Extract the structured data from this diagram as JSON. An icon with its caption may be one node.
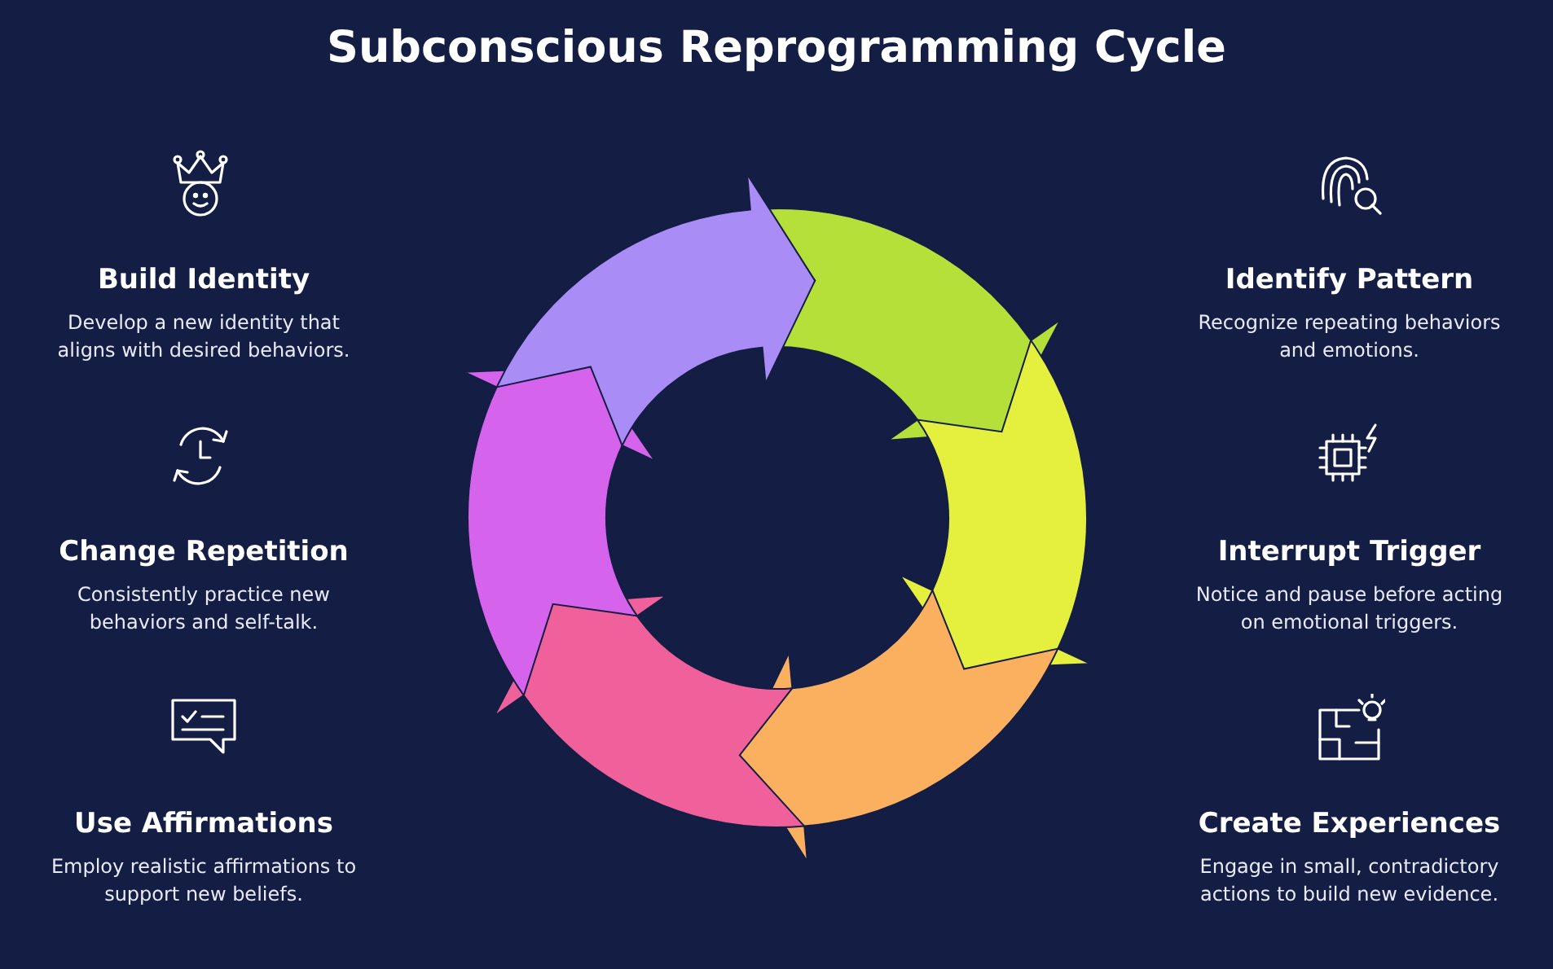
{
  "diagram": {
    "title": "Subconscious Reprogramming Cycle",
    "nodes": [
      {
        "text": [
          "Build Identity",
          "Develop a new identity that aligns with desired behaviors."
        ]
      },
      {
        "text": [
          "Identify Pattern",
          "Recognize repeating behaviors and emotions."
        ]
      },
      {
        "text": [
          "Change Repetition",
          "Consistently practice new behaviors and self-talk."
        ]
      },
      {
        "text": [
          "Interrupt Trigger",
          "Notice and pause before acting on emotional triggers."
        ]
      },
      {
        "text": [
          "Use Affirmations",
          "Employ realistic affirmations to support new beliefs."
        ]
      },
      {
        "text": [
          "Create Experiences",
          "Engage in small, contradictory actions to build new evidence."
        ]
      }
    ]
  }
}
